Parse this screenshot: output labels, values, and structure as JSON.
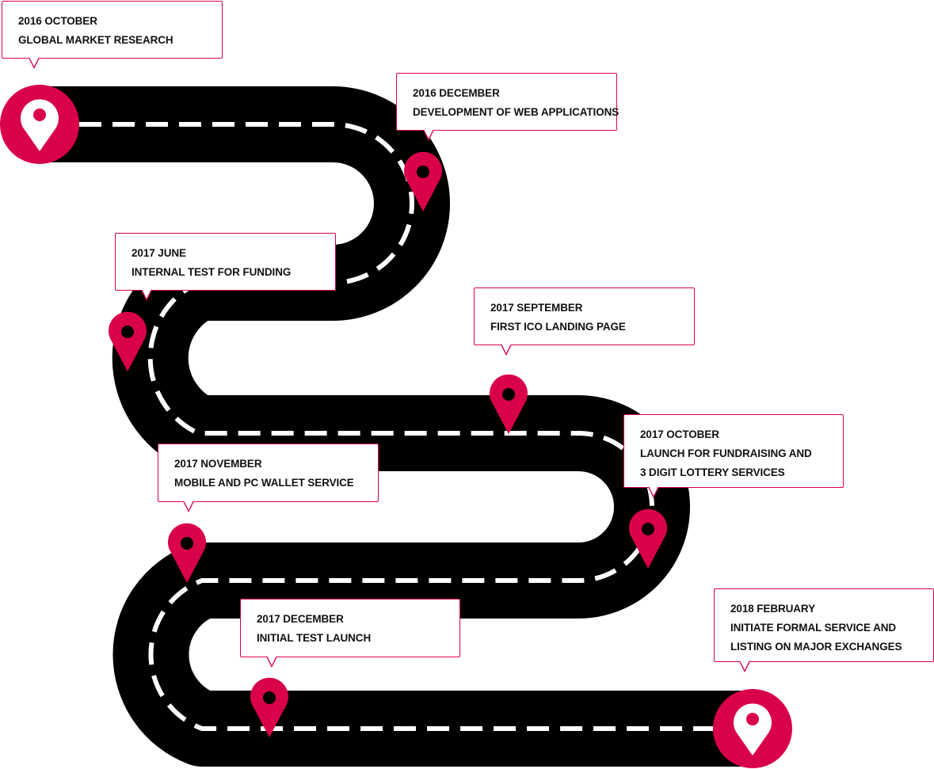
{
  "colors": {
    "road": "#000000",
    "lane_marking": "#ffffff",
    "accent": "#d9004c",
    "text": "#111111"
  },
  "icons": {
    "start": "location-pin-icon",
    "end": "location-pin-icon",
    "milestone": "location-pin-icon"
  },
  "milestones": [
    {
      "date": "2016 OCTOBER",
      "lines": [
        "GLOBAL MARKET RESEARCH"
      ]
    },
    {
      "date": "2016 DECEMBER",
      "lines": [
        "DEVELOPMENT OF WEB APPLICATIONS"
      ]
    },
    {
      "date": "2017 JUNE",
      "lines": [
        "INTERNAL TEST FOR FUNDING"
      ]
    },
    {
      "date": "2017 SEPTEMBER",
      "lines": [
        "FIRST ICO LANDING PAGE"
      ]
    },
    {
      "date": "2017 OCTOBER",
      "lines": [
        "LAUNCH FOR FUNDRAISING AND",
        "3 DIGIT LOTTERY SERVICES"
      ]
    },
    {
      "date": "2017 NOVEMBER",
      "lines": [
        "MOBILE AND PC WALLET SERVICE"
      ]
    },
    {
      "date": "2017 DECEMBER",
      "lines": [
        "INITIAL TEST LAUNCH"
      ]
    },
    {
      "date": "2018 FEBRUARY",
      "lines": [
        "INITIATE FORMAL SERVICE AND",
        "LISTING ON MAJOR EXCHANGES"
      ]
    }
  ]
}
